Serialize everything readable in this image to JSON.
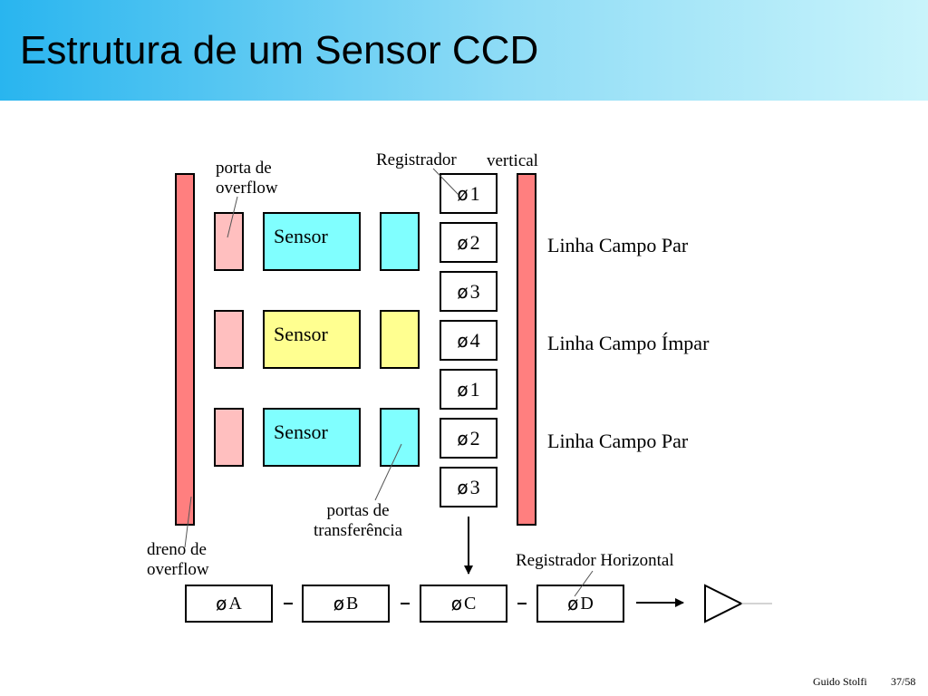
{
  "header": {
    "title": "Estrutura de um Sensor CCD"
  },
  "labels": {
    "porta_overflow": [
      "porta de",
      "overflow"
    ],
    "registrador": "Registrador",
    "vertical": "vertical",
    "dreno_overflow": [
      "dreno de",
      "overflow"
    ],
    "portas_transferencia": [
      "portas de",
      "transferência"
    ],
    "registrador_horizontal": "Registrador Horizontal"
  },
  "sensors": [
    "Sensor",
    "Sensor",
    "Sensor"
  ],
  "vertical_register": [
    "1",
    "2",
    "3",
    "4",
    "1",
    "2",
    "3"
  ],
  "phi_symbol": "ø",
  "line_labels": [
    "Linha Campo Par",
    "Linha Campo Ímpar",
    "Linha Campo Par"
  ],
  "horizontal_register": [
    "A",
    "B",
    "C",
    "D"
  ],
  "colors": {
    "drain": "#ff7f7f",
    "overflow_gate": "#ffbfbf",
    "sensor_even": "#80ffff",
    "sensor_odd": "#ffff90",
    "header_gradient": [
      "#29b5ef",
      "#c9f4fb"
    ]
  },
  "footer": {
    "author": "Guido Stolfi",
    "page": "37/58"
  }
}
